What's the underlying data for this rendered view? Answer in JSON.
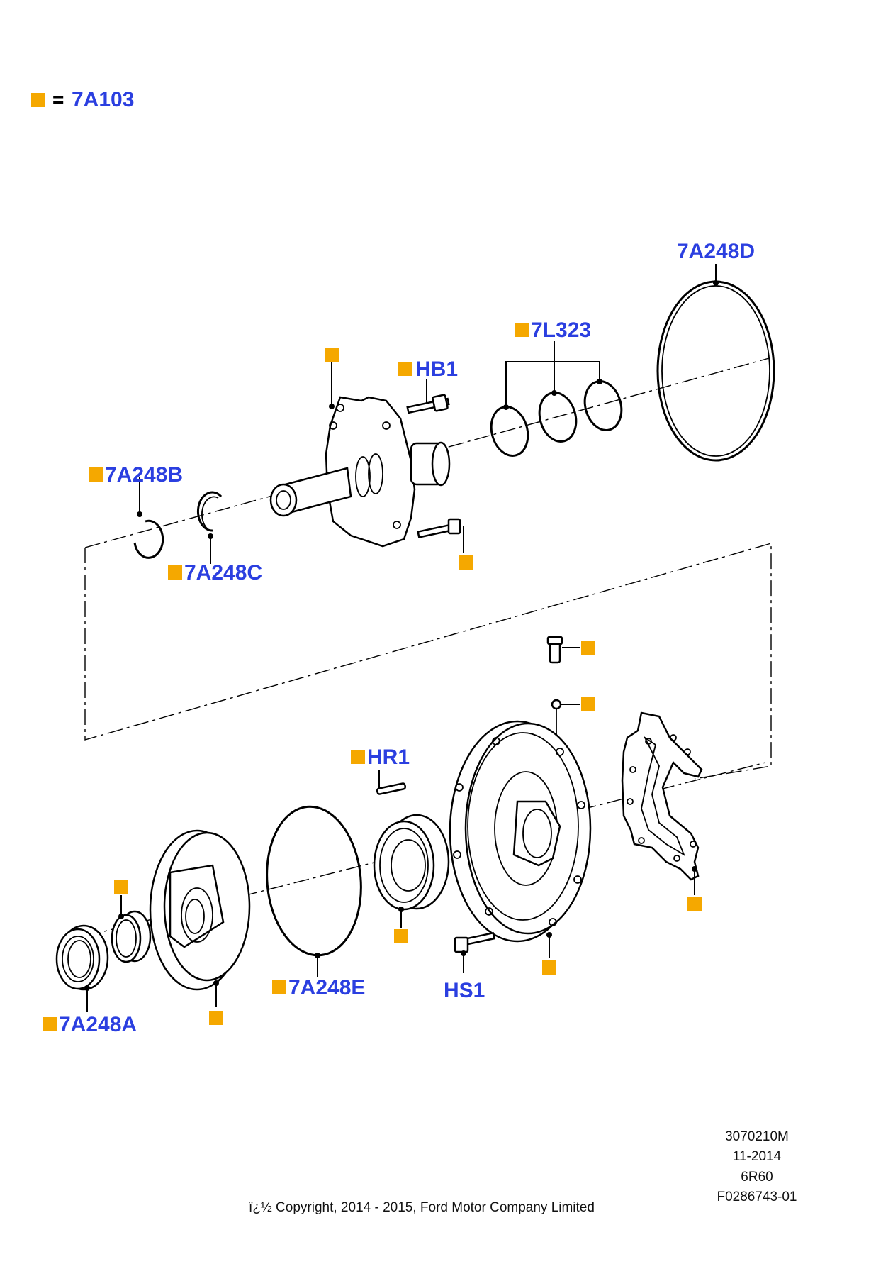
{
  "legend": {
    "symbol_color": "#f5a800",
    "equals": "=",
    "code": "7A103"
  },
  "label_color": "#2b3fe0",
  "callouts": {
    "seal_7A248D": "7A248D",
    "rings_7L323": "7L323",
    "bolt_HB1": "HB1",
    "snap_7A248B": "7A248B",
    "ring_7A248C": "7A248C",
    "pin_HR1": "HR1",
    "seal_7A248E": "7A248E",
    "seal_7A248A": "7A248A",
    "screw_HS1": "HS1"
  },
  "footer": {
    "ref": "3070210M",
    "date": "11-2014",
    "model": "6R60",
    "figure": "F0286743-01",
    "copyright": "ï¿½ Copyright, 2014 - 2015, Ford Motor Company Limited"
  }
}
